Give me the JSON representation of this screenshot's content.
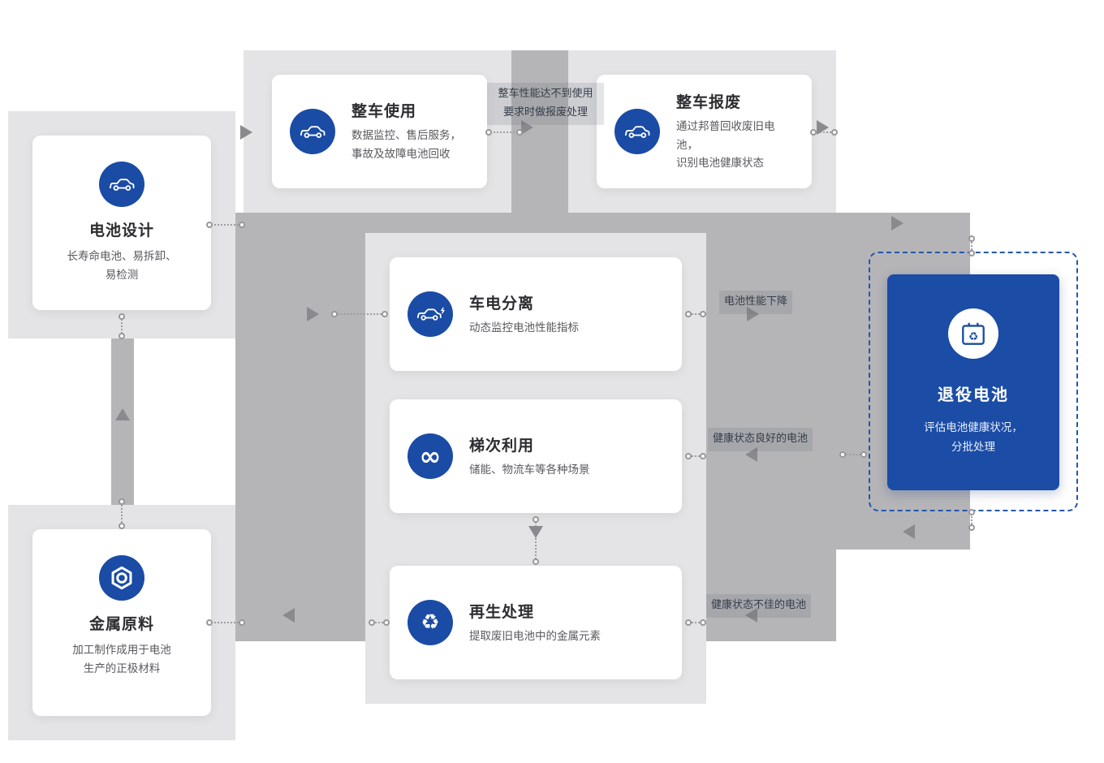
{
  "diagram": {
    "nodes": {
      "design": {
        "title": "电池设计",
        "desc": "长寿命电池、易拆卸、\n易检测"
      },
      "use": {
        "title": "整车使用",
        "desc": "数据监控、售后服务，\n事故及故障电池回收"
      },
      "scrap": {
        "title": "整车报废",
        "desc": "通过邦普回收废旧电池，\n识别电池健康状态"
      },
      "separation": {
        "title": "车电分离",
        "desc": "动态监控电池性能指标"
      },
      "cascade": {
        "title": "梯次利用",
        "desc": "储能、物流车等各种场景"
      },
      "regeneration": {
        "title": "再生处理",
        "desc": "提取废旧电池中的金属元素"
      },
      "metal": {
        "title": "金属原料",
        "desc": "加工制作成用于电池\n生产的正极材料"
      },
      "retired": {
        "title": "退役电池",
        "desc": "评估电池健康状况，\n分批处理"
      }
    },
    "flow_labels": {
      "scrap_condition": "整车性能达不到使用\n要求时做报废处理",
      "performance_decline": "电池性能下降",
      "good_health": "健康状态良好的电池",
      "poor_health": "健康状态不佳的电池"
    },
    "glyphs": {
      "infinity": "∞",
      "recycle": "♻"
    },
    "icons": {
      "design": "car-icon",
      "use": "car-icon",
      "scrap": "car-icon",
      "separation": "car-charging-icon",
      "cascade": "infinity-icon",
      "regeneration": "recycle-icon",
      "metal": "hex-nut-icon",
      "retired": "battery-recycle-icon"
    },
    "colors": {
      "accent_blue": "#1a4ba5",
      "panel_gray": "#e4e4e6",
      "rail_gray": "#b5b5b8"
    }
  }
}
